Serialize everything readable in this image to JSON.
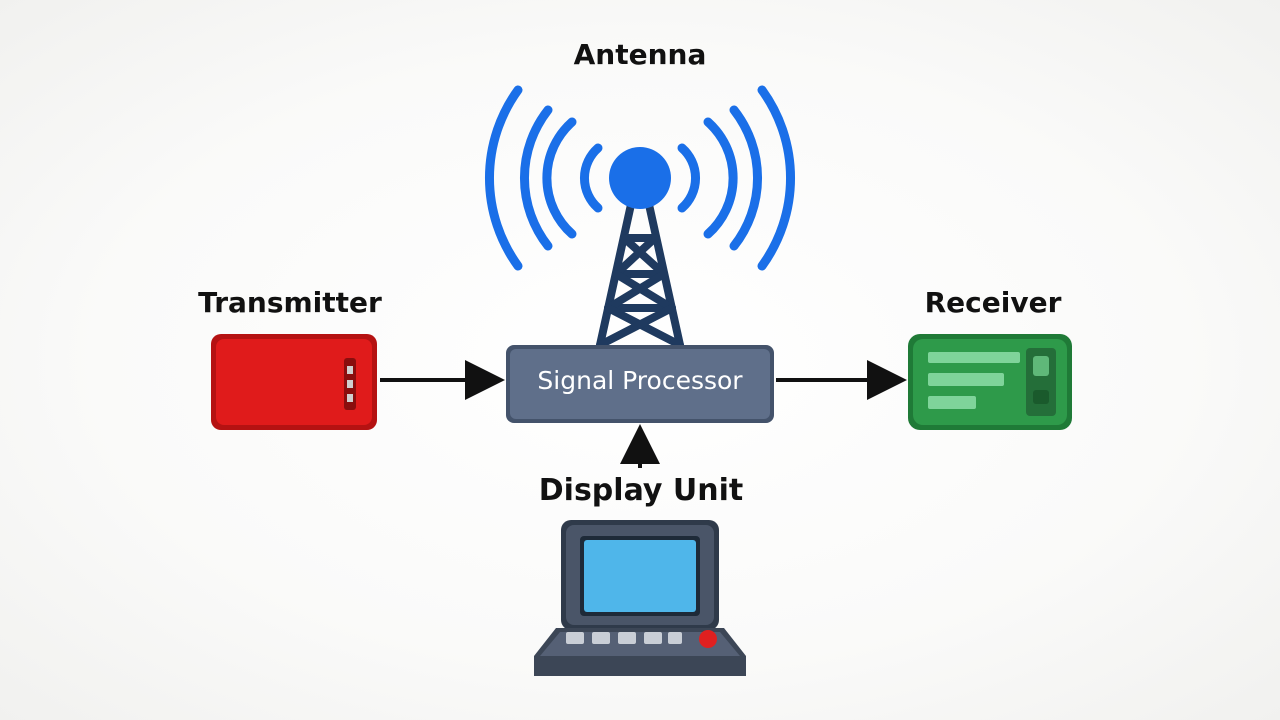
{
  "labels": {
    "antenna": "Antenna",
    "transmitter": "Transmitter",
    "receiver": "Receiver",
    "signal_processor": "Signal Processor",
    "display_unit": "Display Unit"
  },
  "colors": {
    "antenna_blue": "#1a6fe8",
    "tower_navy": "#1f3a5f",
    "transmitter_red": "#e01b1b",
    "receiver_green": "#2e9a4a",
    "processor_slate": "#5f6f8a",
    "display_body": "#4a5568",
    "screen_blue": "#4fb6ea",
    "arrow_black": "#111111"
  },
  "icons": {
    "antenna": "radio-tower-icon",
    "transmitter": "transmitter-device-icon",
    "receiver": "receiver-device-icon",
    "display": "display-terminal-icon"
  }
}
